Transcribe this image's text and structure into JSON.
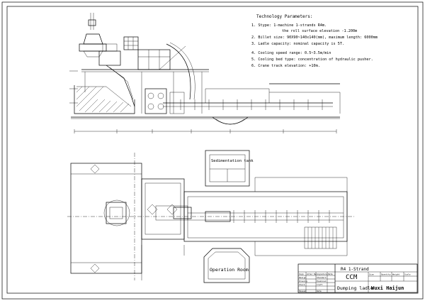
{
  "tech": {
    "heading": "Technology Parameters:",
    "p1": "1. Stype:             1-machine 1-strands R4m.",
    "p1b": "the roll surface elevation -1.200m",
    "p2": "2. Billet size:     90X90~140x140(mm), maximum length: 6000mm",
    "p3": "3. Ladle capacity: nominal capacity is 5T.",
    "p4": "4. Cooling speed range:          0.5~3.5m/min",
    "p5": "5. Cooling bed type:        concentration of hydraulic pusher.",
    "p6": "6. Crane track elevation:      +10m."
  },
  "labels": {
    "sedimentation": "Sedimentation tank",
    "operation": "Operation Room"
  },
  "titleblock": {
    "strand": "R4 1-Strand",
    "machine": "CCM",
    "drawing": "Dumping ladle",
    "company": "Wuxi Haijun",
    "h_size": "Size",
    "h_qty": "Quantity",
    "h_weight": "Weight",
    "h_scale": "Scale",
    "r_alter": "Sign",
    "r_alter2": "Alter No.",
    "r_sig": "Signature",
    "r_date": "Date",
    "r_design": "Design",
    "r_standard": "Standard",
    "r_drawing": "Drawing",
    "r_examined": "Examined",
    "r_check": "Check",
    "r_craft": "Craft",
    "r_passed": "Passed",
    "r_date2": "Date"
  }
}
